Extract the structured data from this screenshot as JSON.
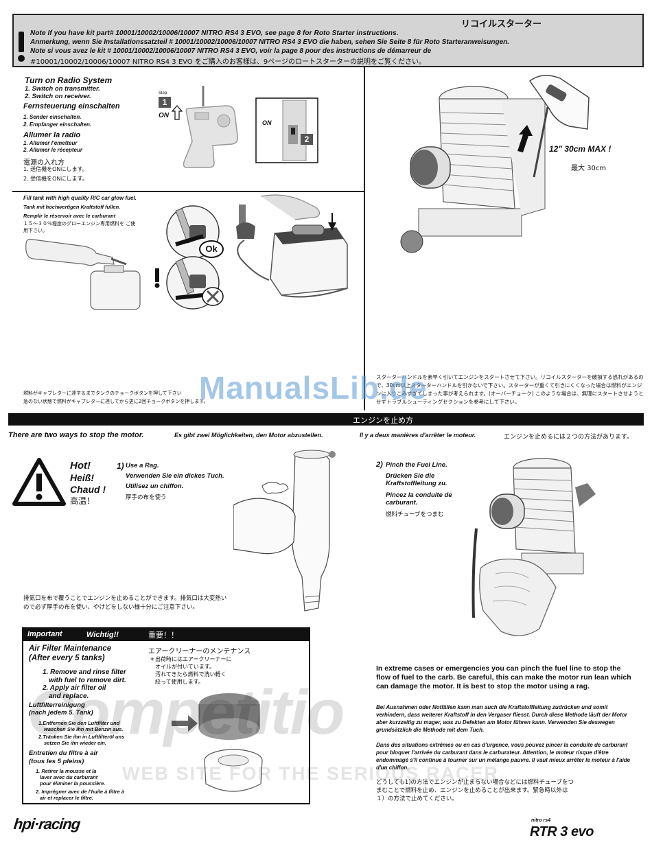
{
  "notice": {
    "jp_title": "リコイルスターター",
    "en": "Note If you have kit part# 10001/10002/10006/10007 NITRO RS4 3 EVO, see page 8 for Roto Starter instructions.",
    "de": "Anmerkung, wenn Sie Installationssatzteil # 10001/10002/10006/10007 NITRO RS4 3 EVO die haben, sehen Sie Seite 8 für Roto Starteranweisungen.",
    "fr": "Note si vous avez le kit # 10001/10002/10006/10007 NITRO RS4 3 EVO, voir la page 8 pour des instructions de démarreur de",
    "jp": "#10001/10002/10006/10007 NITRO RS4 3 EVO をご購入のお客様は、9ページのロートスターターの説明をご覧ください。"
  },
  "radio": {
    "en_title": "Turn on Radio System",
    "en_1": "1. Switch on transmitter.",
    "en_2": "2. Switch on receiver.",
    "de_title": "Fernsteuerung einschalten",
    "de_1": "1. Sender einschalten.",
    "de_2": "2. Empfanger einschalten.",
    "fr_title": "Allumer la radio",
    "fr_1": "1. Allumer l'émetteur",
    "fr_2": "2. Allumer le récepteur",
    "jp_title": "電源の入れ方",
    "jp_1": "1. 送信機をONにします。",
    "jp_2": "2. 受信機をONにします。",
    "step_label": "Step",
    "step_1": "1",
    "step_2": "2",
    "on_1": "ON",
    "on_2": "ON"
  },
  "fuel": {
    "en": "Fill tank with high quality R/C car glow fuel.",
    "de": "Tank mit hochwertigen Kraftstoff fullen.",
    "fr": "Remplir le réservoir avec le carburant",
    "jp": "１５～３０％程度のグローエンジン専用燃料を ご使用下さい。",
    "ok": "Ok",
    "jp_bottom_1": "燃料がキャブレターに達するまでタンクのチョークボタンを押して下さい",
    "jp_bottom_2": "急のない状態で燃料がキャブレターに達してから更に2回チョークボタンを押します。"
  },
  "starter": {
    "max_en": "12\"  30cm MAX !",
    "max_jp": "最大 30cm",
    "jp_text": "スターターハンドルを素早く引いてエンジンをスタートさせて下さい。リコイルスターターを破損する恐れがあるので、30cm以上スターターハンドルを引かないで下さい。スターターが重くて引きにくくなった場合は燃料がエンジンに入りこみすぎてしまった事が考えられます。(オーバーチョーク) このような場合は、無理にスタートさせようとせずトラブルシューティングセクションを参考にして下さい。"
  },
  "watermark": "ManualsLib.de",
  "stop": {
    "bar_jp": "エンジンを止め方",
    "en": "There are two ways to stop the motor.",
    "de": "Es gibt zwei Möglichkeiten, den Motor abzustellen.",
    "fr": "Il y a deux manières d'arrêter le moteur.",
    "jp": "エンジンを止めるには２つの方法があります。"
  },
  "hot": {
    "en": "Hot!",
    "de": "Heiß!",
    "fr": "Chaud !",
    "jp": "高温！"
  },
  "rag": {
    "num": "1)",
    "en": "Use a Rag.",
    "de": "Verwenden Sie ein dickes Tuch.",
    "fr": "Utilisez un chiffon.",
    "jp": "厚手の布を使う",
    "jp_body": "排気口を布で覆うことでエンジンを止めることができます。排気口は大変熱いので必ず厚手の布を使い、やけどをしない様十分にご注意下さい。"
  },
  "important": {
    "en": "Important",
    "de": "Wichtig!!",
    "jp": "重要！！",
    "en_title_1": "Air Filter Maintenance",
    "en_title_2": "(After every 5 tanks)",
    "en_1a": "1. Remove and rinse filter",
    "en_1b": "with fuel to remove dirt.",
    "en_2a": "2. Apply air filter oil",
    "en_2b": "and replace.",
    "jp_title": "エアークリーナーのメンテナンス",
    "jp_body_1": "＊出荷時にはエアークリーナーに",
    "jp_body_2": "オイルが付いています。",
    "jp_body_3": "汚れてきたら燃料で洗い軽く",
    "jp_body_4": "絞って使用します。",
    "de_title_1": "Luftfilterreinigung",
    "de_title_2": "(nach jedem 5. Tank)",
    "de_1a": "1.Entfernen Sie den Luftfilter und",
    "de_1b": "waschen Sie ihn mit Benzin aus.",
    "de_2a": "2.Tränken Sie ihn in Luftfilteröl uns",
    "de_2b": "setzen Sie ihn wieder ein.",
    "fr_title_1": "Entretien du filtre à air",
    "fr_title_2": "(tous les 5 pleins)",
    "fr_1a": "1. Retirer la mousse et la",
    "fr_1b": "laver avec du carburant",
    "fr_1c": "pour éliminer la poussière.",
    "fr_2a": "2. Imprégner avec de l'huile à filtre à",
    "fr_2b": "air et replacer le filtre."
  },
  "pinch": {
    "num": "2)",
    "en": "Pinch the Fuel Line.",
    "de_1": "Drücken Sie die",
    "de_2": "Kraftstoffleitung zu.",
    "fr_1": "Pincez la conduite de",
    "fr_2": "carburant.",
    "jp": "燃料チューブをつまむ",
    "body_en": "In extreme cases or emergencies you can pinch the fuel line to stop the flow of fuel to the carb. Be careful, this can make the motor run lean which can damage the motor. It is best to stop the motor using a rag.",
    "body_de": "Bei Ausnahmen oder Notfällen kann man auch die Kraftstoffleitung zudrücken und somit verhindern, dass weiterer Kraftstoff in den Vergaser fliesst. Durch diese Methode läuft der Motor aber kurzzeitig zu mager, was zu Defekten am Motor führen kann. Verwenden Sie deswegen grundsätzlich die Methode mit dem Tuch.",
    "body_fr": "Dans des situations extrêmes ou en cas d'urgence, vous pouvez pincer la conduite de carburant pour bloquer l'arrivée du carburant dans le carburateur. Attention, le moteur risque d'être endommagé s'il continue à tourner sur un mélange pauvre. Il vaut mieux arrêter le moteur à l'aide d'un chiffon.",
    "body_jp": "どうしても1)の方法でエンジンが止まらない場合などには燃料チューブをつまむことで燃料を止め、エンジンを止めることが出来ます。緊急時以外は１）の方法で止めてください。"
  },
  "bg_watermark": {
    "big": "Competitio",
    "small": "WEB SITE   FOR THE SERIOUS RACER"
  },
  "footer": {
    "left_logo": "hpi·racing",
    "right_small": "nitro rs4",
    "right_logo": "RTR 3 evo"
  },
  "colors": {
    "notice_bg": "#d4d4d4",
    "bar": "#111111",
    "watermark": "#5b9bd5"
  }
}
